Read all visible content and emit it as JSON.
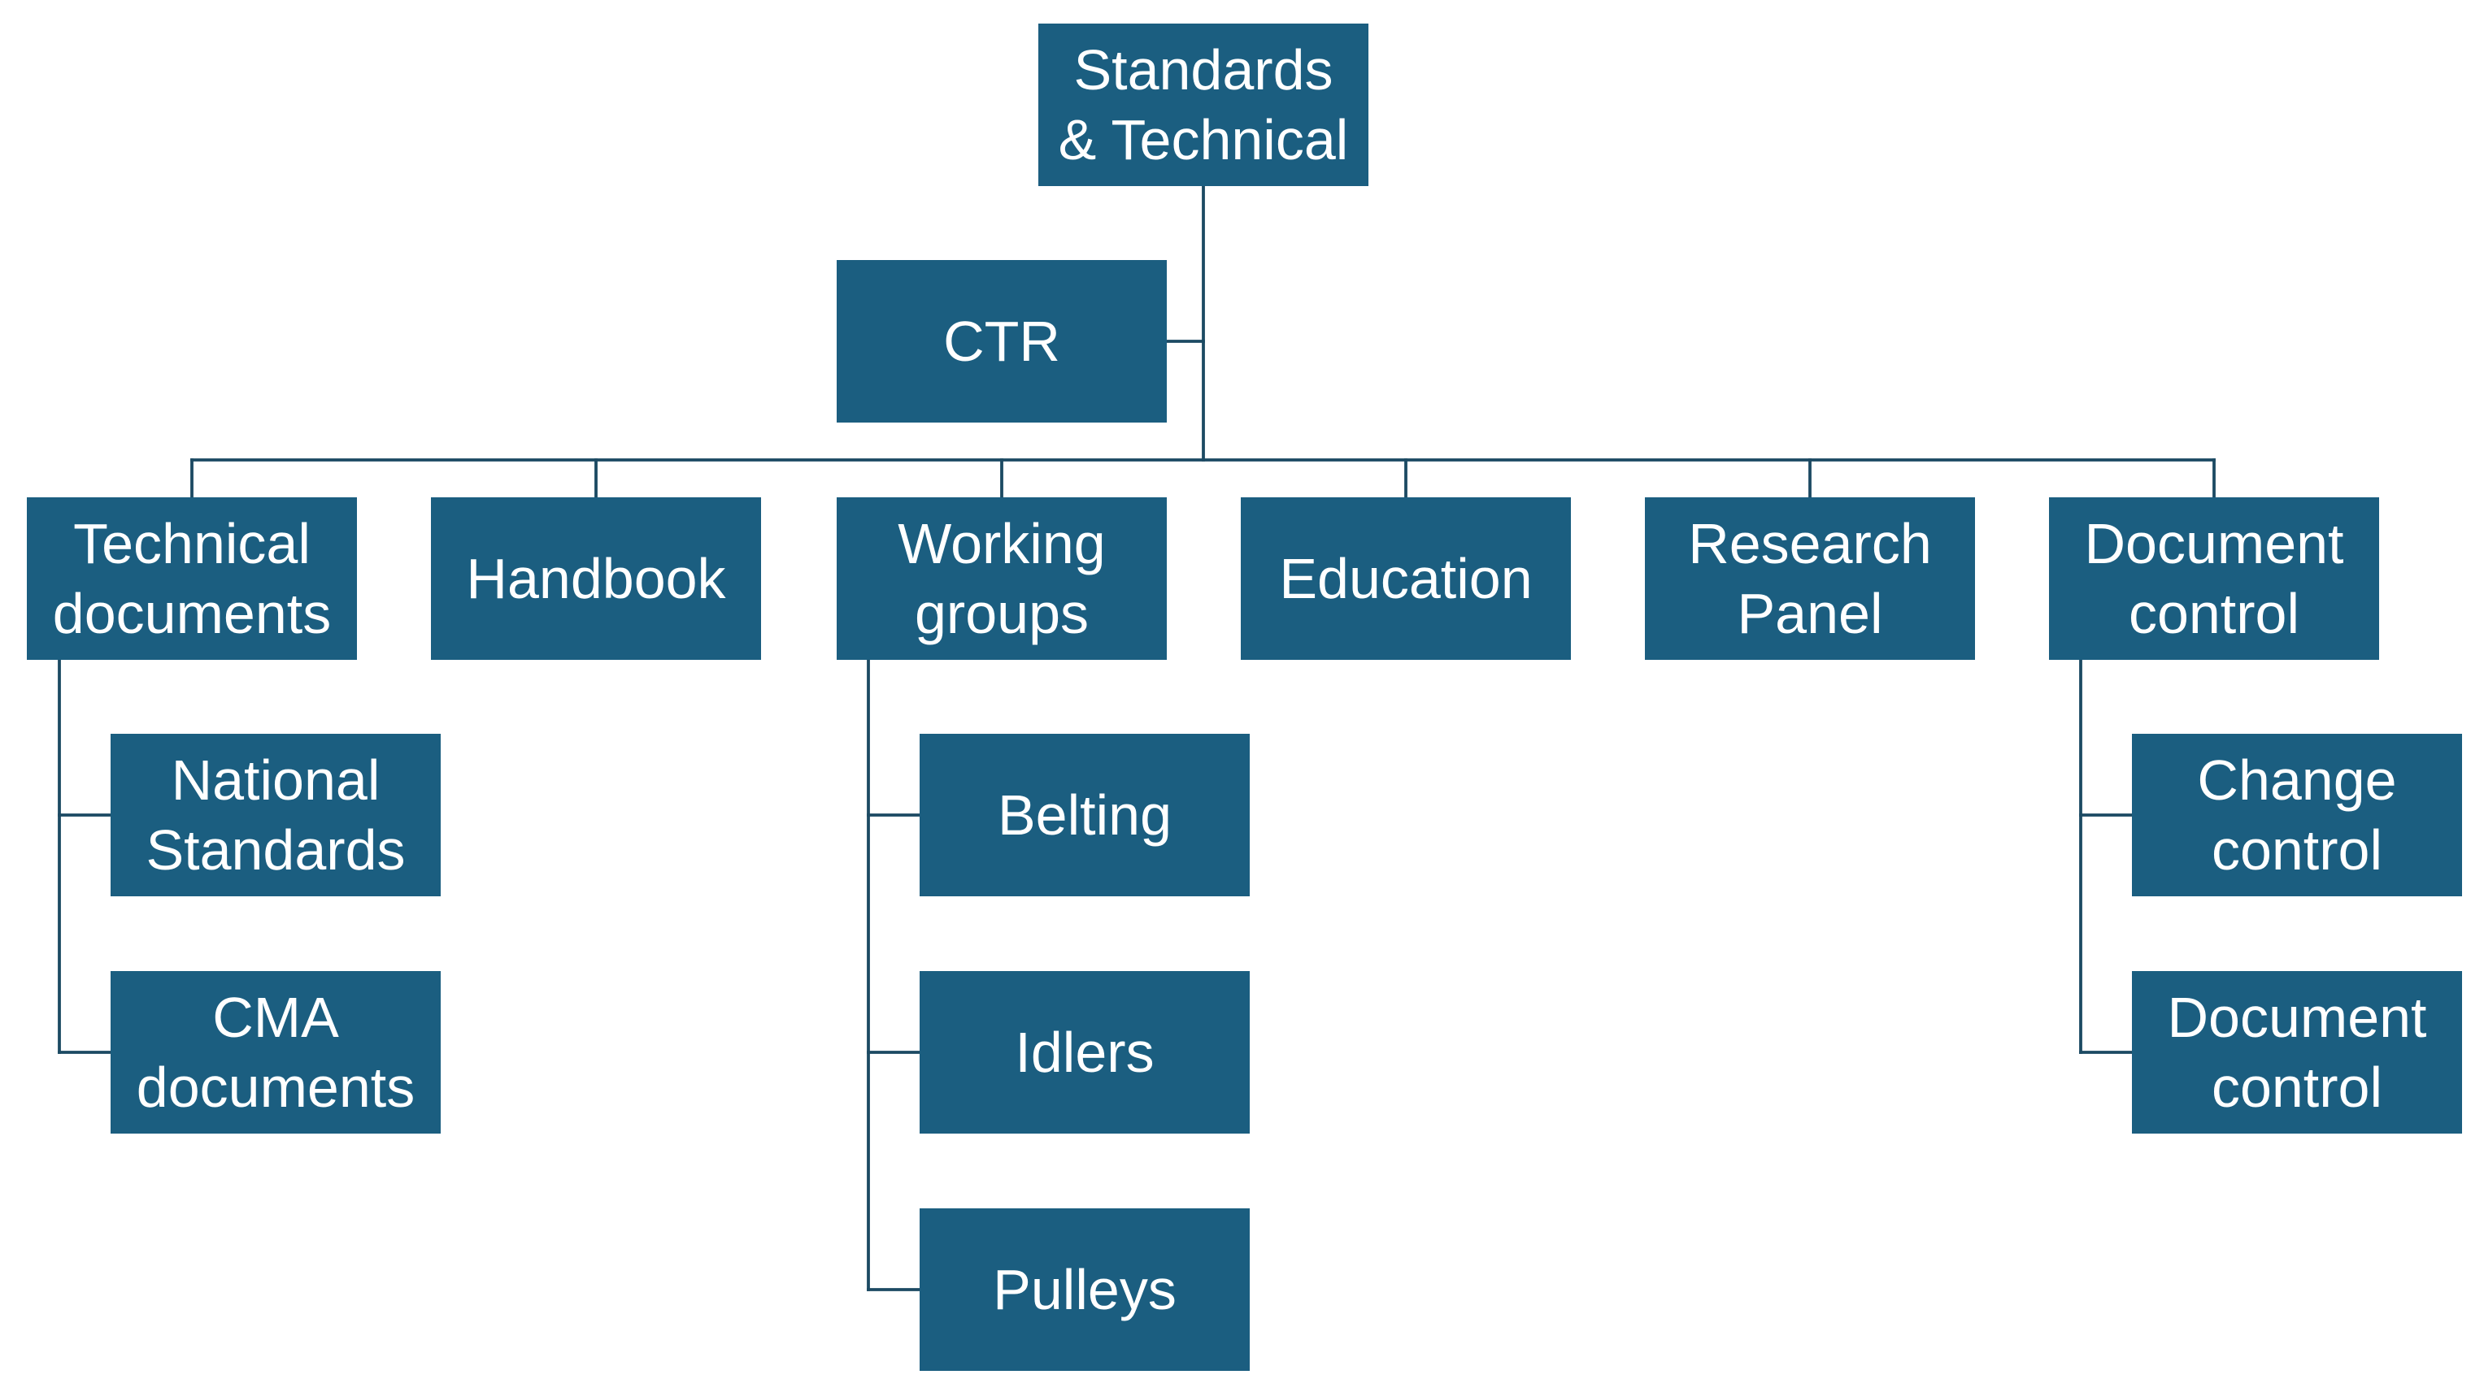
{
  "diagram": {
    "root": {
      "label": "Standards\n& Technical"
    },
    "assistant": {
      "label": "CTR"
    },
    "departments": [
      {
        "label": "Technical\ndocuments",
        "children": [
          "National\nStandards",
          "CMA\ndocuments"
        ]
      },
      {
        "label": "Handbook",
        "children": []
      },
      {
        "label": "Working\ngroups",
        "children": [
          "Belting",
          "Idlers",
          "Pulleys"
        ]
      },
      {
        "label": "Education",
        "children": []
      },
      {
        "label": "Research\nPanel",
        "children": []
      },
      {
        "label": "Document\ncontrol",
        "children": [
          "Change\ncontrol",
          "Document\ncontrol"
        ]
      }
    ]
  },
  "colors": {
    "box_fill": "#1b5e80",
    "box_text": "#ffffff",
    "connector": "#1c4a63",
    "background": "#ffffff"
  }
}
